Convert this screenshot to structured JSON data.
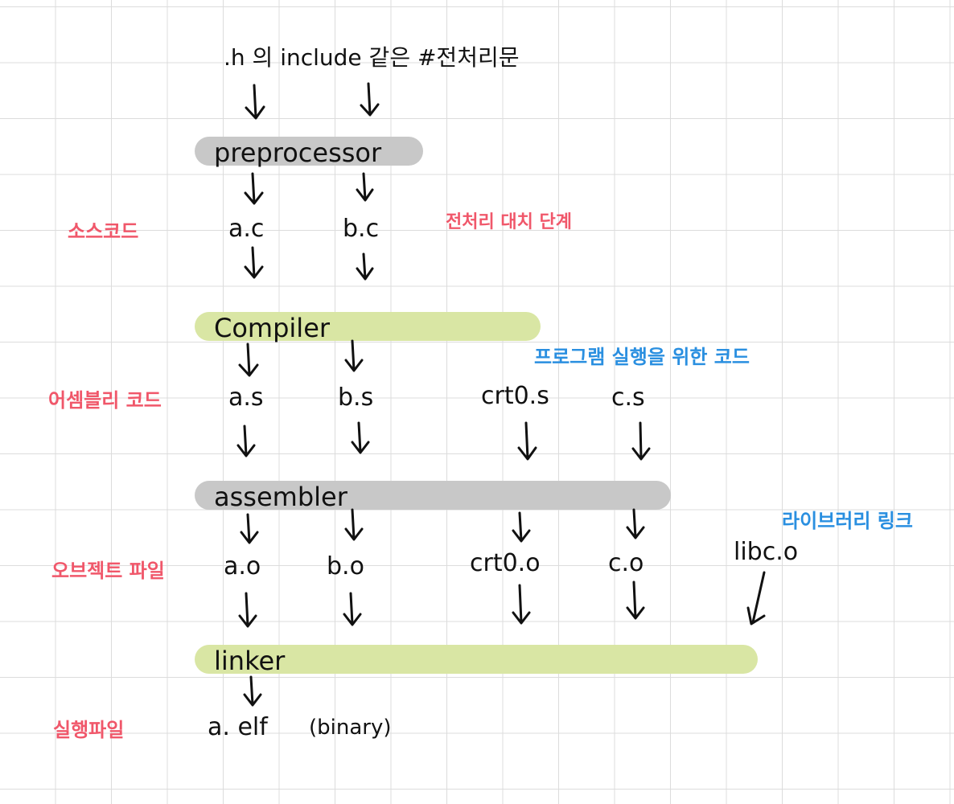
{
  "header": {
    "note": ".h 의 include 같은 #전처리문"
  },
  "stages": {
    "preprocessor": "preprocessor",
    "compiler": "Compiler",
    "assembler": "assembler",
    "linker": "linker"
  },
  "labels": {
    "source_code": "소스코드",
    "assembly_code": "어셈블리 코드",
    "object_file": "오브젝트 파일",
    "executable": "실행파일"
  },
  "files": {
    "a_c": "a.c",
    "b_c": "b.c",
    "a_s": "a.s",
    "b_s": "b.s",
    "crt0_s": "crt0.s",
    "c_s": "c.s",
    "a_o": "a.o",
    "b_o": "b.o",
    "crt0_o": "crt0.o",
    "c_o": "c.o",
    "libc_o": "libc.o",
    "a_elf": "a. elf",
    "binary": "(binary)"
  },
  "notes": {
    "preprocess_replace": "전처리 대치 단계",
    "program_exec_code": "프로그램 실행을 위한 코드",
    "library_link": "라이브러리 링크"
  },
  "colors": {
    "red_note": "#f0576a",
    "blue_note": "#2a8fe0",
    "gray_bar": "#c8c8c8",
    "green_bar": "#d9e6a4"
  }
}
